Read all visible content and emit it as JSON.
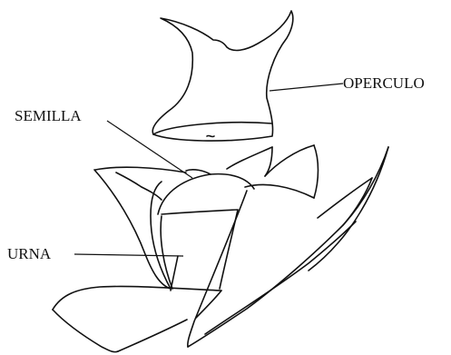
{
  "labels": {
    "operculo": "OPERCULO",
    "semilla": "SEMILLA",
    "urna": "URNA"
  },
  "colors": {
    "background": "#ffffff",
    "ink": "#111111"
  }
}
